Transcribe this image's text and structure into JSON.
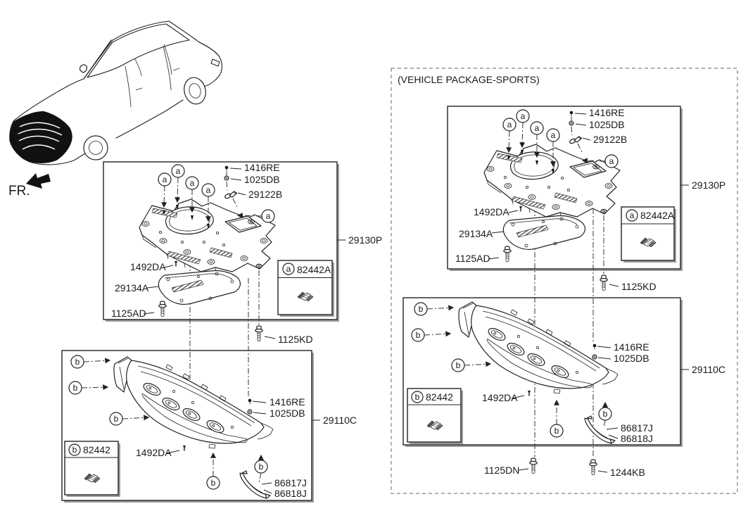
{
  "direction": {
    "label": "FR."
  },
  "markers": {
    "a": "a",
    "b": "b"
  },
  "main": {
    "upper": {
      "screw": "1416RE",
      "washer": "1025DB",
      "bracket": "29122B",
      "assembly": "29130P",
      "rivet": "1492DA",
      "side_cover": "29134A",
      "bolt": "1125AD",
      "clip": "82442A",
      "bolt_below": "1125KD"
    },
    "lower": {
      "screw": "1416RE",
      "washer": "1025DB",
      "assembly": "29110C",
      "rivet": "1492DA",
      "clip": "82442",
      "guard_upper": "86817J",
      "guard_lower": "86818J"
    }
  },
  "sports": {
    "header": "(VEHICLE PACKAGE-SPORTS)",
    "upper": {
      "screw": "1416RE",
      "washer": "1025DB",
      "bracket": "29122B",
      "assembly": "29130P",
      "rivet": "1492DA",
      "side_cover": "29134A",
      "bolt": "1125AD",
      "clip": "82442A",
      "bolt_below": "1125KD"
    },
    "lower": {
      "screw": "1416RE",
      "washer": "1025DB",
      "assembly": "29110C",
      "rivet": "1492DA",
      "clip": "82442",
      "guard_upper": "86817J",
      "guard_lower": "86818J",
      "bolt_front": "1125DN",
      "bolt_rear": "1244KB"
    }
  }
}
